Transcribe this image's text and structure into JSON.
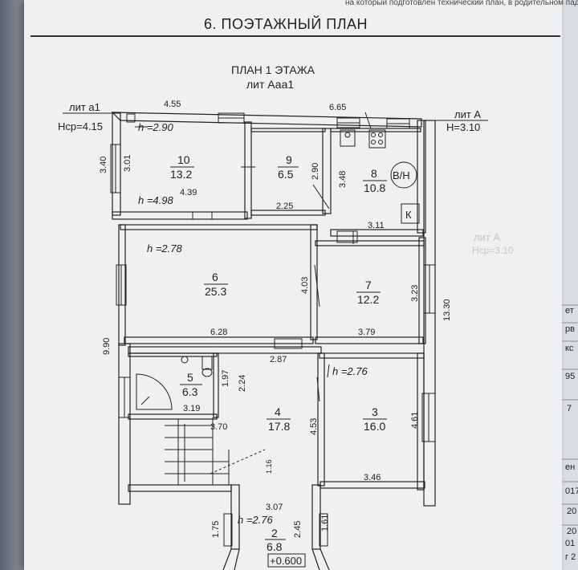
{
  "header_note": "на который подготовлен технический план, в родительном падеж",
  "section_title": "6. ПОЭТАЖНЫЙ ПЛАН",
  "plan_title": "ПЛАН 1 ЭТАЖА",
  "plan_subtitle": "лит Ааа1",
  "lit_left": "лит а1",
  "lit_left_h": "Нср=4.15",
  "lit_right": "лит А",
  "lit_right_h": "Н=3.10",
  "room_labels": {
    "r10_num": "10",
    "r10_area": "13.2",
    "r9_num": "9",
    "r9_area": "6.5",
    "r8_num": "8",
    "r8_area": "10.8",
    "r6_num": "6",
    "r6_area": "25.3",
    "r7_num": "7",
    "r7_area": "12.2",
    "r5_num": "5",
    "r5_area": "6.3",
    "r4_num": "4",
    "r4_area": "17.8",
    "r3_num": "3",
    "r3_area": "16.0",
    "r2_num": "2",
    "r2_area": "6.8"
  },
  "heights": {
    "h10a": "h =2.90",
    "h10b": "h =4.98",
    "h6": "h =2.78",
    "h3": "h =2.76",
    "h2": "h =2.76"
  },
  "dimensions": {
    "d455": "4.55",
    "d665": "6.65",
    "d340": "3.40",
    "d301": "3.01",
    "d439": "4.39",
    "d225": "2.25",
    "d290": "2.90",
    "d348": "3.48",
    "d311": "3.11",
    "d403": "4.03",
    "d323": "3.23",
    "d1330": "13.30",
    "d990": "9.90",
    "d628": "6.28",
    "d379": "3.79",
    "d287": "2.87",
    "d197": "1.97",
    "d224": "2.24",
    "d319": "3.19",
    "d370": "3.70",
    "d453": "4.53",
    "d461": "4.61",
    "d346": "3.46",
    "d307": "3.07",
    "d175": "1.75",
    "d245": "2.45",
    "d161": "1.61",
    "d116": "1.16"
  },
  "symbols": {
    "vn": "В/Н",
    "k": "К"
  },
  "level_mark": "+0.600",
  "right_fragments": [
    "ет",
    "рв",
    "кс",
    "95",
    "7",
    "ен",
    "017",
    "20",
    "20",
    "01",
    "г 2"
  ],
  "bg_fragments": [
    "лит А",
    "Нср=3.10"
  ]
}
